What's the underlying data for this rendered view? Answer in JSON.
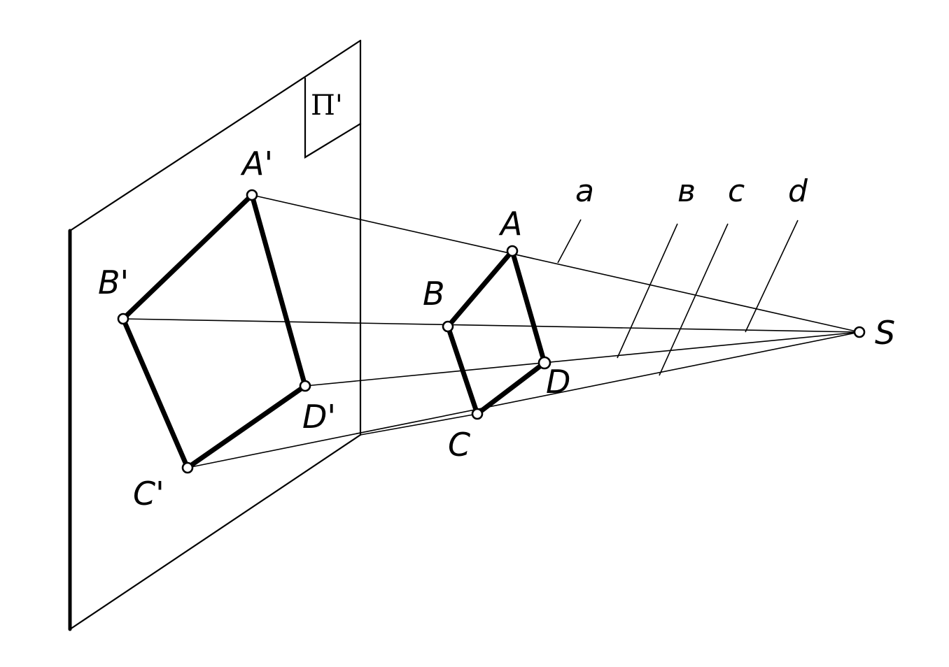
{
  "figure": {
    "plane_label": "П'",
    "points": {
      "A_prime": "A'",
      "B_prime": "B'",
      "C_prime": "C'",
      "D_prime": "D'",
      "A": "A",
      "B": "B",
      "C": "C",
      "D": "D",
      "S": "S"
    },
    "rays": {
      "a": "a",
      "b": "в",
      "c": "c",
      "d": "d"
    }
  }
}
